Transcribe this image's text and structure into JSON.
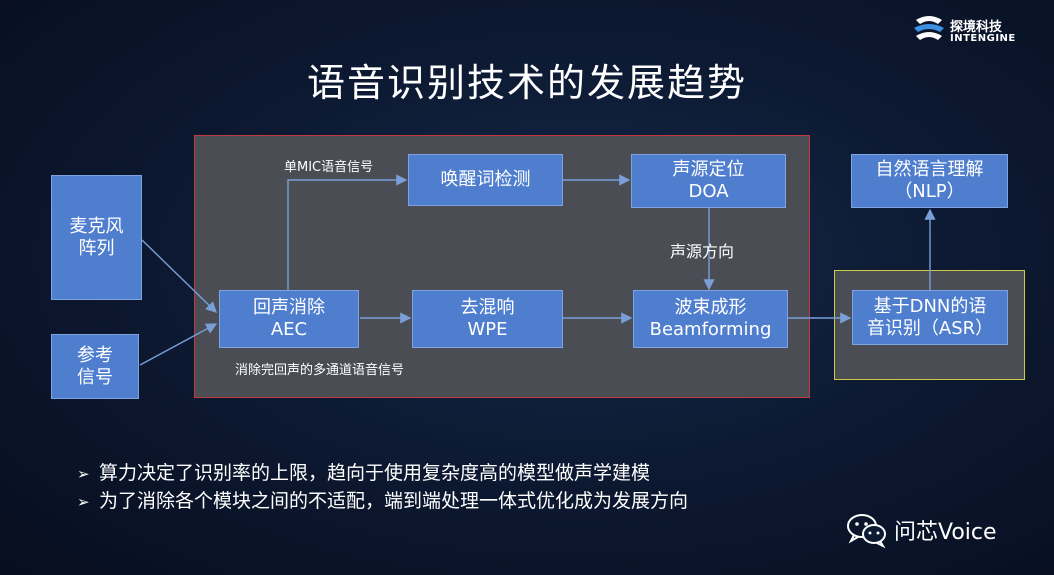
{
  "logo": {
    "cn": "探境科技",
    "en": "INTENGINE"
  },
  "title": "语音识别技术的发展趋势",
  "boxes": {
    "mic_array": [
      "麦克风",
      "阵列"
    ],
    "reference": [
      "参考",
      "信号"
    ],
    "aec": [
      "回声消除",
      "AEC"
    ],
    "wpe": [
      "去混响",
      "WPE"
    ],
    "beamforming": [
      "波束成形",
      "Beamforming"
    ],
    "wake_word": [
      "唤醒词检测"
    ],
    "doa": [
      "声源定位",
      "DOA"
    ],
    "nlp": [
      "自然语言理解",
      "（NLP）"
    ],
    "asr": [
      "基于DNN的语",
      "音识别（ASR）"
    ]
  },
  "labels": {
    "single_mic": "单MIC语音信号",
    "source_direction": "声源方向",
    "multichannel": "消除完回声的多通道语音信号"
  },
  "bullets": [
    "算力决定了识别率的上限，趋向于使用复杂度高的模型做声学建模",
    "为了消除各个模块之间的不适配，端到端处理一体式优化成为发展方向"
  ],
  "bullet_marker": "➢",
  "watermark": "问芯Voice",
  "colors": {
    "box_fill": "#4f7ecf",
    "region_fill": "#4a4d54",
    "region_border": "#c0393e",
    "asr_border": "#cfcb45",
    "arrow": "#7a9fd8"
  }
}
